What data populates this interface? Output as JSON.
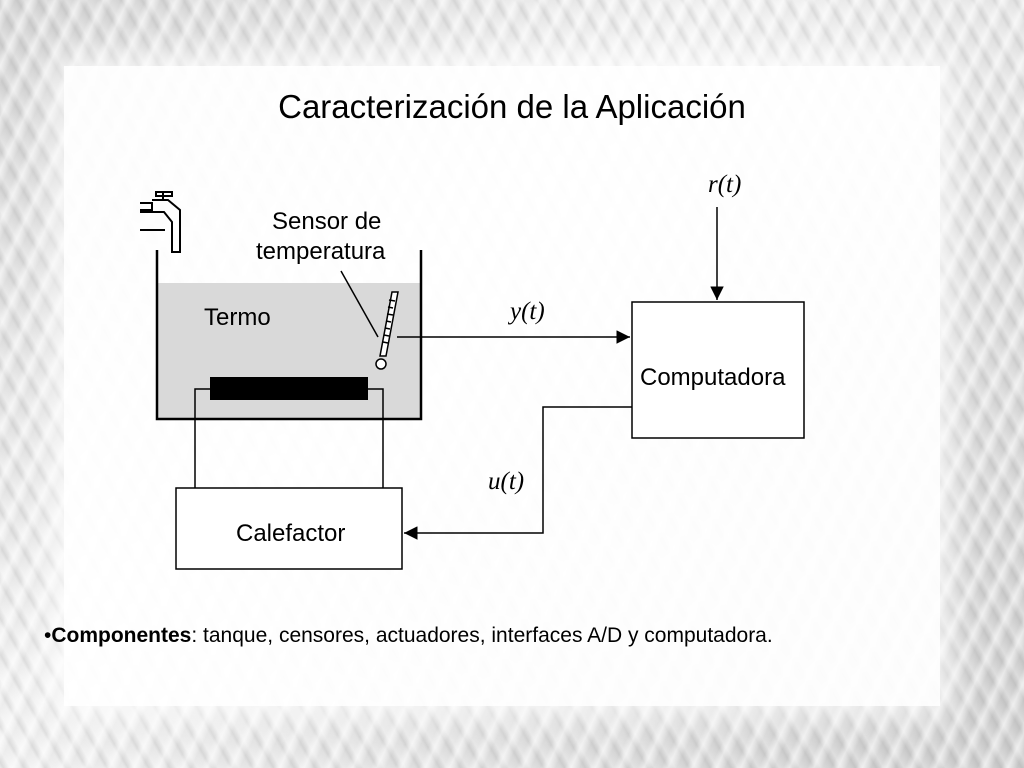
{
  "slide": {
    "title": "Caracterización de la Aplicación"
  },
  "diagram": {
    "sensor_label_line1": "Sensor de",
    "sensor_label_line2": "temperatura",
    "tank_label": "Termo",
    "computer_label": "Computadora",
    "heater_label": "Calefactor",
    "signal_reference": "r(t)",
    "signal_output": "y(t)",
    "signal_control": "u(t)"
  },
  "bullet": {
    "marker": "•",
    "term": "Componentes",
    "text": ": tanque, censores, actuadores, interfaces A/D y computadora."
  },
  "colors": {
    "water": "#d9d9d9",
    "stroke": "#000000",
    "heater_element": "#000000"
  }
}
